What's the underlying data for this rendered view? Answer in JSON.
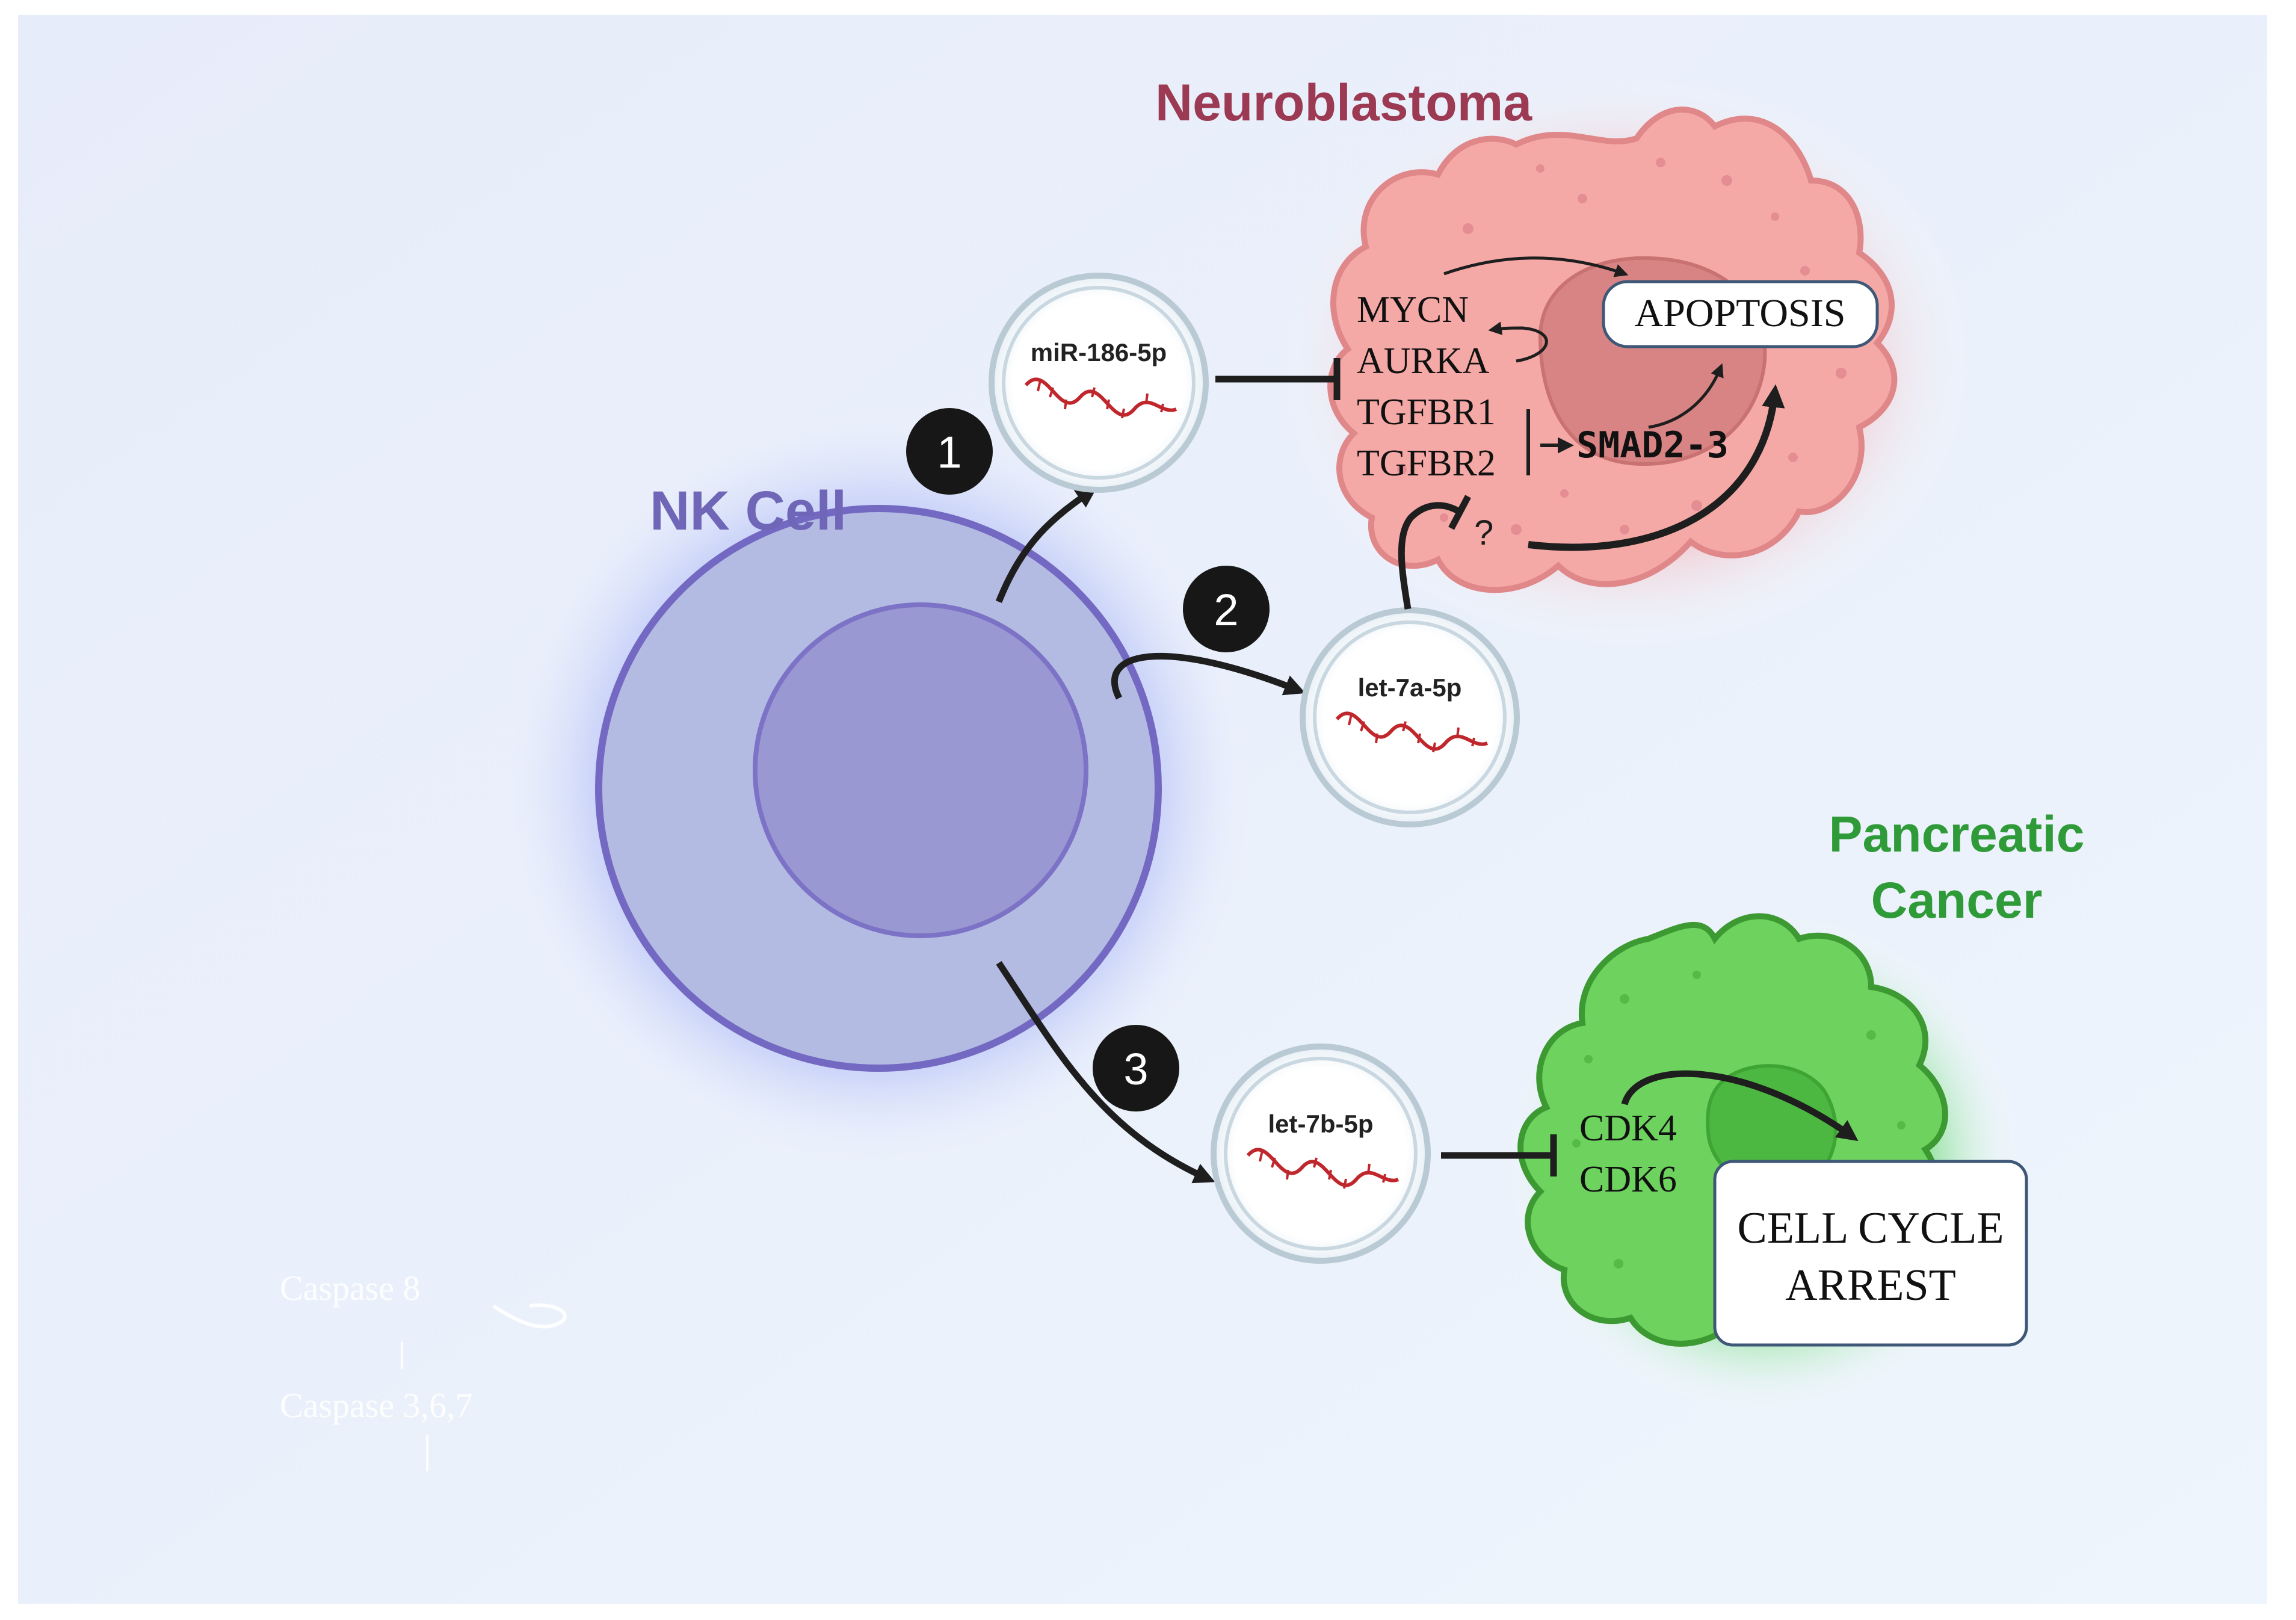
{
  "colors": {
    "nk_cell": "#6f66b8",
    "neuroblastoma": "#9b3a52",
    "pancreatic": "#2f9a38",
    "arrow": "#1e1e1e"
  },
  "labels": {
    "neuroblastoma": "Neuroblastoma",
    "nk_cell": "NK Cell",
    "pancreatic_line1": "Pancreatic",
    "pancreatic_line2": "Cancer"
  },
  "steps": [
    "1",
    "2",
    "3"
  ],
  "vesicles": {
    "mir186": "miR-186-5p",
    "let7a": "let-7a-5p",
    "let7b": "let-7b-5p"
  },
  "neuroblastoma_targets": [
    "MYCN",
    "AURKA",
    "TGFBR1",
    "TGFBR2"
  ],
  "smad": "SMAD2-3",
  "question_mark": "?",
  "apoptosis": "APOPTOSIS",
  "pancreatic_targets": [
    "CDK4",
    "CDK6"
  ],
  "cell_cycle": {
    "line1": "CELL CYCLE",
    "line2": "ARREST"
  },
  "faded": {
    "caspase8": "Caspase 8",
    "caspase367": "Caspase 3,6,7"
  },
  "icons": {
    "rna": "rna-strand-icon",
    "step_badge": "numbered-circle-icon"
  }
}
